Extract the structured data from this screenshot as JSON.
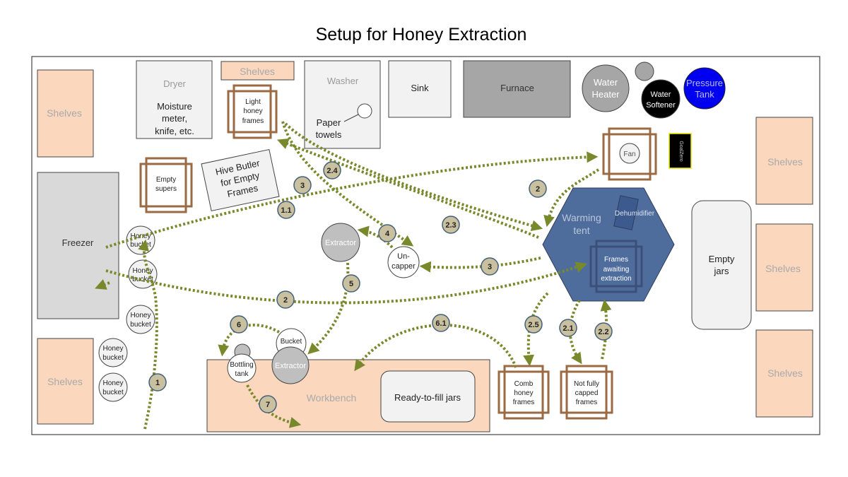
{
  "title": "Setup for Honey Extraction",
  "labels": {
    "shelves_left_top": "Shelves",
    "shelves_top": "Shelves",
    "shelves_left_bottom": "Shelves",
    "shelves_right_1": "Shelves",
    "shelves_right_2": "Shelves",
    "shelves_right_3": "Shelves",
    "dryer": "Dryer",
    "dryer_contents": [
      "Moisture",
      "meter,",
      "knife, etc."
    ],
    "washer": "Washer",
    "paper_towels": [
      "Paper",
      "towels"
    ],
    "sink": "Sink",
    "furnace": "Furnace",
    "water_heater": [
      "Water",
      "Heater"
    ],
    "water_softener": [
      "Water",
      "Softener"
    ],
    "pressure_tank": [
      "Pressure",
      "Tank"
    ],
    "light_honey_frames": [
      "Light",
      "honey",
      "frames"
    ],
    "fan": "Fan",
    "goal_zero": "GoalZero",
    "empty_supers": [
      "Empty",
      "supers"
    ],
    "hive_butler": [
      "Hive Butler",
      "for Empty",
      "Frames"
    ],
    "freezer": "Freezer",
    "honey_bucket_1": [
      "Honey",
      "bucket"
    ],
    "honey_bucket_2": [
      "Honey",
      "bucket"
    ],
    "honey_bucket_3": [
      "Honey",
      "bucket"
    ],
    "honey_bucket_4": [
      "Honey",
      "bucket"
    ],
    "honey_bucket_5": [
      "Honey",
      "bucket"
    ],
    "extractor_1": "Extractor",
    "uncapper": [
      "Un-",
      "capper"
    ],
    "warming_tent": [
      "Warming",
      "tent"
    ],
    "dehumidifier": "Dehumidifier",
    "frames_awaiting": [
      "Frames",
      "awaiting",
      "extraction"
    ],
    "empty_jars": [
      "Empty",
      "jars"
    ],
    "bucket": "Bucket",
    "bottling_tank": [
      "Bottling",
      "tank"
    ],
    "extractor_2": "Extractor",
    "workbench": "Workbench",
    "ready_jars": "Ready-to-fill jars",
    "comb_honey": [
      "Comb",
      "honey",
      "frames"
    ],
    "not_capped": [
      "Not fully",
      "capped",
      "frames"
    ]
  },
  "steps": [
    "1",
    "1.1",
    "2",
    "2",
    "2.1",
    "2.2",
    "2.3",
    "2.4",
    "2.5",
    "3",
    "3",
    "4",
    "5",
    "6",
    "6.1",
    "7"
  ],
  "colors": {
    "shelves": "#fad7bd",
    "appliance_light": "#f2f2f2",
    "appliance_dark": "#a6a6a6",
    "water_heater": "#a6a6a6",
    "softener": "#000000",
    "pressure_tank": "#0000f0",
    "frame_brown": "#9b6a43",
    "warming_tent": "#4f6d9c",
    "arrow": "#78892c",
    "step_badge": "#c9c0a0"
  }
}
